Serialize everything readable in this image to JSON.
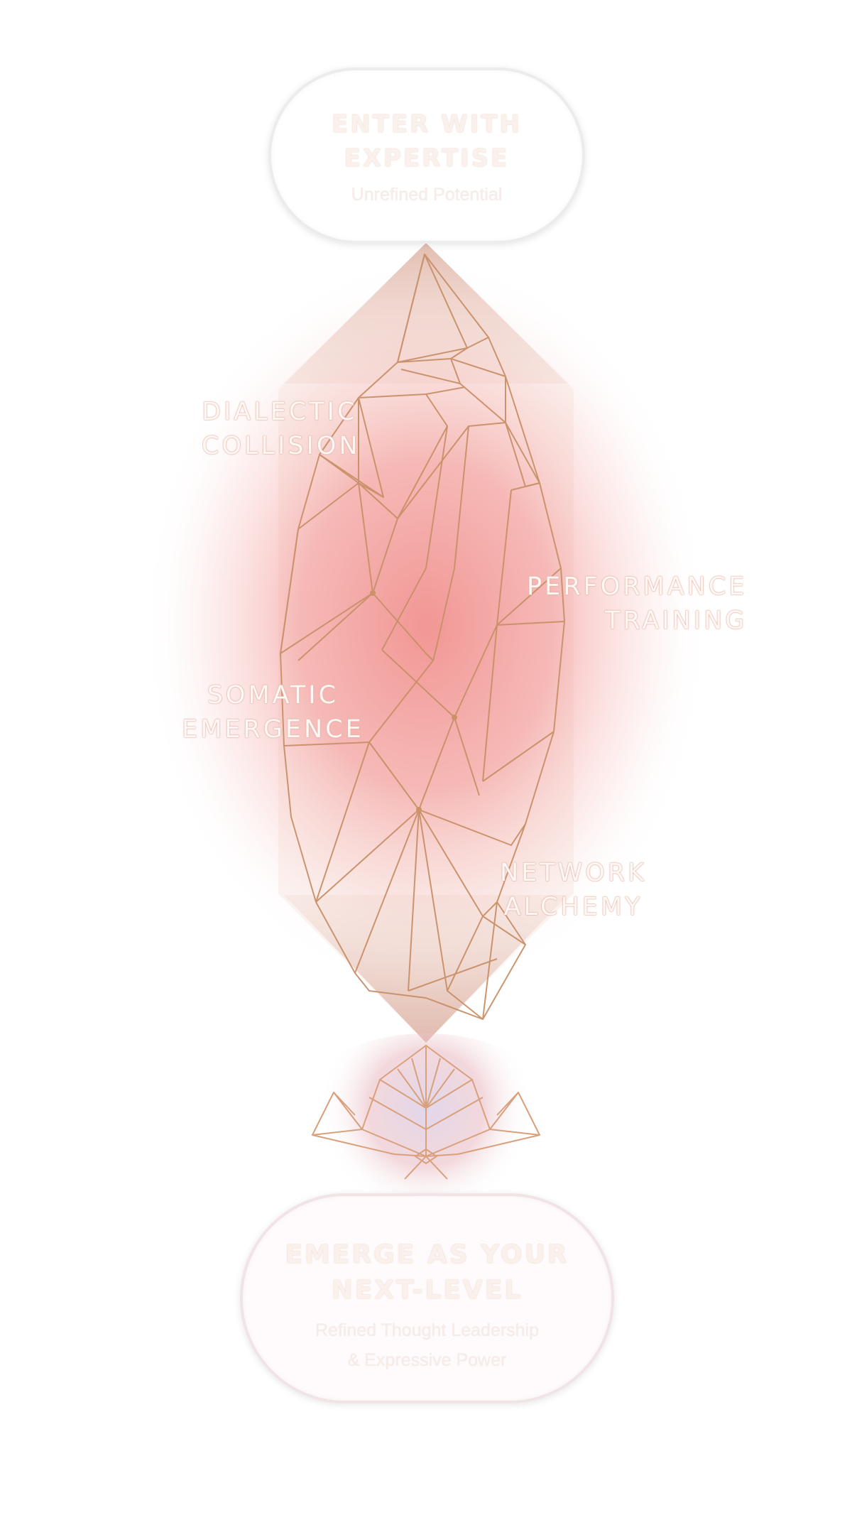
{
  "entry": {
    "title": "ENTER WITH\nEXPERTISE",
    "subtitle": "Unrefined Potential"
  },
  "phases": [
    {
      "label": "DIALECTIC\nCOLLISION"
    },
    {
      "label": "PERFORMANCE\nTRAINING"
    },
    {
      "label": "SOMATIC\nEMERGENCE"
    },
    {
      "label": "NETWORK\nALCHEMY"
    }
  ],
  "exit": {
    "title": "EMERGE AS YOUR\nNEXT-LEVEL",
    "subtitle": "Refined Thought Leadership\n& Expressive Power"
  },
  "colors": {
    "glow": "#f08a86",
    "diamond": "#dcb1a4",
    "crystal_lines": "#c99068",
    "lotus_lines": "#d9a07c",
    "lotus_glow": "#c8b4d8"
  },
  "icons": {
    "crystal": "geometric-crystal-icon",
    "lotus": "geometric-lotus-icon"
  }
}
